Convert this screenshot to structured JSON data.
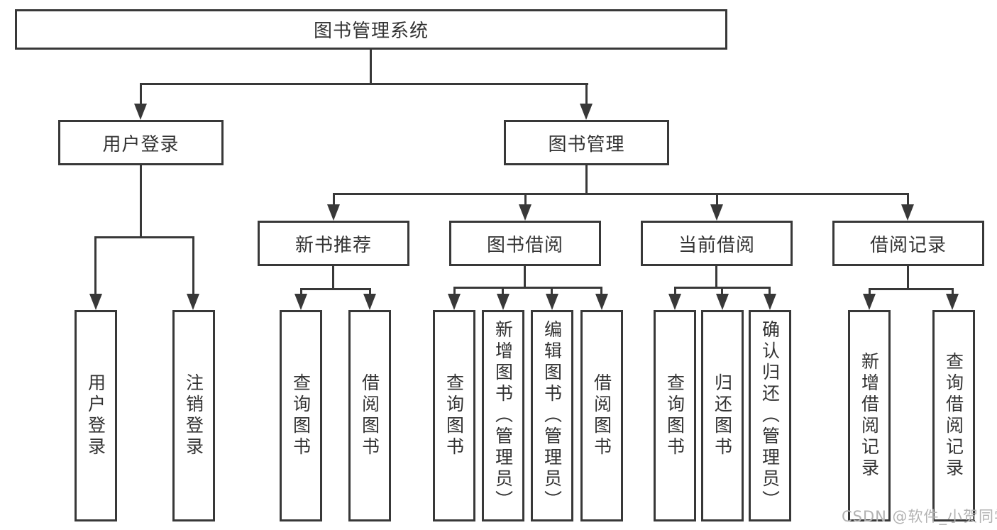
{
  "nodes": {
    "root": "图书管理系统",
    "user_login": "用户登录",
    "book_mgmt": "图书管理",
    "new_books": "新书推荐",
    "book_borrow": "图书借阅",
    "current_borrow": "当前借阅",
    "borrow_records": "借阅记录",
    "leaf_user_login": "用户登录",
    "leaf_logout": "注销登录",
    "leaf_nb_query": "查询图书",
    "leaf_nb_borrow": "借阅图书",
    "leaf_bb_query": "查询图书",
    "leaf_bb_add": "新增图书（管理员）",
    "leaf_bb_edit": "编辑图书（管理员）",
    "leaf_bb_borrow": "借阅图书",
    "leaf_cb_query": "查询图书",
    "leaf_cb_return": "归还图书",
    "leaf_cb_confirm": "确认归还（管理员）",
    "leaf_br_add": "新增借阅记录",
    "leaf_br_query": "查询借阅记录"
  },
  "watermark": "CSDN @软件_小贺同学",
  "colors": {
    "line": "#383838",
    "text": "#333333",
    "watermark": "#b2b2b2",
    "background": "#ffffff"
  }
}
